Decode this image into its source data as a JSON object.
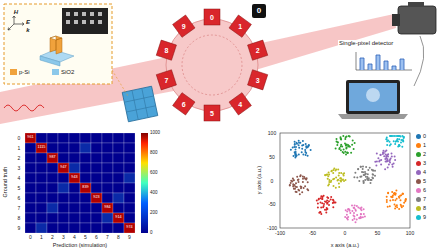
{
  "diagram": {
    "nodes": [
      {
        "text": [
          "Ground truth",
          "Prediction (simulation)"
        ]
      },
      {
        "text": [
          "y axis (a.u.)",
          "x axis (a.u.)"
        ]
      }
    ],
    "labels": [
      "E",
      "k",
      "H",
      "0",
      "1",
      "2",
      "3",
      "4",
      "5",
      "6",
      "7",
      "8",
      "9",
      "0",
      "Single-pixel detector",
      "0",
      "1",
      "2",
      "3",
      "4",
      "5",
      "6",
      "7",
      "8",
      "9",
      "0",
      "1",
      "2",
      "3",
      "4",
      "5",
      "6",
      "7",
      "8",
      "9",
      "0",
      "200",
      "400",
      "600",
      "800",
      "1000",
      "961",
      "1115",
      "987",
      "947",
      "943",
      "839",
      "923",
      "984",
      "914",
      "974",
      "-100",
      "-50",
      "0",
      "50",
      "100",
      "-100",
      "-50",
      "0",
      "50",
      "100"
    ],
    "legend": [
      {
        "text": "p-Si",
        "color": "#f0a23c"
      },
      {
        "text": "SiO2",
        "color": "#8cc8ea"
      },
      {
        "text": "0",
        "color": "#1f77b4"
      },
      {
        "text": "1",
        "color": "#ff7f0e"
      },
      {
        "text": "2",
        "color": "#2ca02c"
      },
      {
        "text": "3",
        "color": "#d62728"
      },
      {
        "text": "4",
        "color": "#9467bd"
      },
      {
        "text": "5",
        "color": "#8c564b"
      },
      {
        "text": "6",
        "color": "#e377c2"
      },
      {
        "text": "7",
        "color": "#7f7f7f"
      },
      {
        "text": "8",
        "color": "#bcbd22"
      },
      {
        "text": "9",
        "color": "#17becf"
      }
    ]
  }
}
